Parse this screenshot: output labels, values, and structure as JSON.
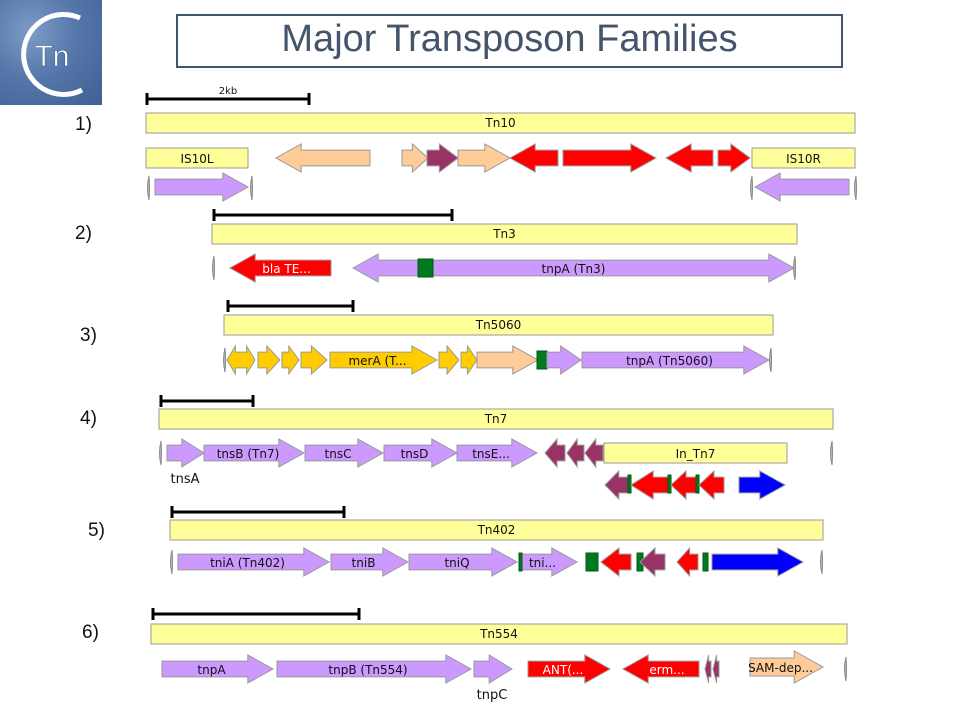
{
  "header": {
    "title": "Major Transposon Families",
    "logo_text": "Tn"
  },
  "colors": {
    "yellow": "#ffff99",
    "purple_light": "#cc99ff",
    "peach": "#ffcc99",
    "red": "#ff0000",
    "maroon": "#993366",
    "gold": "#ffcc00",
    "green": "#007a1f",
    "blue": "#0000ff",
    "outline": "#999999"
  },
  "scale_bar": {
    "label": "2kb"
  },
  "families": [
    {
      "number": "1)",
      "name": "Tn10",
      "features": [
        {
          "label": "IS10L",
          "kind": "box",
          "color": "yellow"
        },
        {
          "label": "",
          "kind": "arrow",
          "dir": "left",
          "color": "peach"
        },
        {
          "label": "",
          "kind": "arrow",
          "dir": "right",
          "color": "peach"
        },
        {
          "label": "",
          "kind": "arrow",
          "dir": "right",
          "color": "maroon"
        },
        {
          "label": "",
          "kind": "arrow",
          "dir": "right",
          "color": "peach"
        },
        {
          "label": "",
          "kind": "arrow",
          "dir": "left",
          "color": "red"
        },
        {
          "label": "",
          "kind": "arrow",
          "dir": "right",
          "color": "red"
        },
        {
          "label": "",
          "kind": "arrow",
          "dir": "left",
          "color": "red"
        },
        {
          "label": "",
          "kind": "arrow",
          "dir": "right",
          "color": "red"
        },
        {
          "label": "IS10R",
          "kind": "box",
          "color": "yellow"
        },
        {
          "label": "",
          "kind": "arrow",
          "dir": "right",
          "color": "purple_light"
        },
        {
          "label": "",
          "kind": "arrow",
          "dir": "left",
          "color": "purple_light"
        }
      ]
    },
    {
      "number": "2)",
      "name": "Tn3",
      "features": [
        {
          "label": "bla TE...",
          "kind": "arrow",
          "dir": "left",
          "color": "red"
        },
        {
          "label": "tnpA (Tn3)",
          "kind": "arrow",
          "dir": "both",
          "color": "purple_light"
        },
        {
          "label": "",
          "kind": "box",
          "color": "green"
        }
      ]
    },
    {
      "number": "3)",
      "name": "Tn5060",
      "features": [
        {
          "label": "",
          "kind": "arrow",
          "dir": "both",
          "color": "gold"
        },
        {
          "label": "",
          "kind": "arrow",
          "dir": "right",
          "color": "gold"
        },
        {
          "label": "",
          "kind": "arrow",
          "dir": "right",
          "color": "gold"
        },
        {
          "label": "",
          "kind": "arrow",
          "dir": "right",
          "color": "gold"
        },
        {
          "label": "merA (T...",
          "kind": "arrow",
          "dir": "right",
          "color": "gold"
        },
        {
          "label": "",
          "kind": "arrow",
          "dir": "right",
          "color": "gold"
        },
        {
          "label": "",
          "kind": "arrow",
          "dir": "right",
          "color": "gold"
        },
        {
          "label": "",
          "kind": "arrow",
          "dir": "right",
          "color": "peach"
        },
        {
          "label": "",
          "kind": "box",
          "color": "green"
        },
        {
          "label": "",
          "kind": "arrow",
          "dir": "right",
          "color": "purple_light"
        },
        {
          "label": "tnpA (Tn5060)",
          "kind": "arrow",
          "dir": "right",
          "color": "purple_light"
        }
      ]
    },
    {
      "number": "4)",
      "name": "Tn7",
      "features": [
        {
          "label": "",
          "kind": "arrow",
          "dir": "right",
          "color": "purple_light",
          "below_label": "tnsA"
        },
        {
          "label": "tnsB (Tn7)",
          "kind": "arrow",
          "dir": "right",
          "color": "purple_light"
        },
        {
          "label": "tnsC",
          "kind": "arrow",
          "dir": "right",
          "color": "purple_light"
        },
        {
          "label": "tnsD",
          "kind": "arrow",
          "dir": "right",
          "color": "purple_light"
        },
        {
          "label": "tnsE...",
          "kind": "arrow",
          "dir": "right",
          "color": "purple_light"
        },
        {
          "label": "",
          "kind": "arrow",
          "dir": "left",
          "color": "maroon"
        },
        {
          "label": "",
          "kind": "arrow",
          "dir": "left",
          "color": "maroon"
        },
        {
          "label": "",
          "kind": "arrow",
          "dir": "left",
          "color": "maroon"
        },
        {
          "label": "In_Tn7",
          "kind": "box",
          "color": "yellow"
        },
        {
          "label": "",
          "kind": "arrow",
          "dir": "left",
          "color": "maroon"
        },
        {
          "label": "",
          "kind": "box",
          "color": "green"
        },
        {
          "label": "",
          "kind": "arrow",
          "dir": "left",
          "color": "red"
        },
        {
          "label": "",
          "kind": "box",
          "color": "green"
        },
        {
          "label": "",
          "kind": "arrow",
          "dir": "left",
          "color": "red"
        },
        {
          "label": "",
          "kind": "box",
          "color": "green"
        },
        {
          "label": "",
          "kind": "arrow",
          "dir": "left",
          "color": "red"
        },
        {
          "label": "",
          "kind": "arrow",
          "dir": "right",
          "color": "blue"
        }
      ]
    },
    {
      "number": "5)",
      "name": "Tn402",
      "features": [
        {
          "label": "tniA (Tn402)",
          "kind": "arrow",
          "dir": "right",
          "color": "purple_light"
        },
        {
          "label": "tniB",
          "kind": "arrow",
          "dir": "right",
          "color": "purple_light"
        },
        {
          "label": "tniQ",
          "kind": "arrow",
          "dir": "right",
          "color": "purple_light"
        },
        {
          "label": "tni...",
          "kind": "arrow",
          "dir": "right",
          "color": "purple_light"
        },
        {
          "label": "",
          "kind": "box",
          "color": "green"
        },
        {
          "label": "",
          "kind": "box",
          "color": "green"
        },
        {
          "label": "",
          "kind": "arrow",
          "dir": "left",
          "color": "red"
        },
        {
          "label": "",
          "kind": "box",
          "color": "green"
        },
        {
          "label": "",
          "kind": "arrow",
          "dir": "left",
          "color": "maroon"
        },
        {
          "label": "",
          "kind": "arrow",
          "dir": "left",
          "color": "red"
        },
        {
          "label": "",
          "kind": "box",
          "color": "green"
        },
        {
          "label": "",
          "kind": "arrow",
          "dir": "right",
          "color": "blue"
        }
      ]
    },
    {
      "number": "6)",
      "name": "Tn554",
      "features": [
        {
          "label": "tnpA",
          "kind": "arrow",
          "dir": "right",
          "color": "purple_light"
        },
        {
          "label": "tnpB (Tn554)",
          "kind": "arrow",
          "dir": "right",
          "color": "purple_light"
        },
        {
          "label": "",
          "kind": "arrow",
          "dir": "right",
          "color": "purple_light",
          "below_label": "tnpC"
        },
        {
          "label": "ANT(...",
          "kind": "arrow",
          "dir": "right",
          "color": "red"
        },
        {
          "label": "erm...",
          "kind": "arrow",
          "dir": "left",
          "color": "red"
        },
        {
          "label": "",
          "kind": "arrow",
          "dir": "left",
          "color": "maroon"
        },
        {
          "label": "",
          "kind": "arrow",
          "dir": "left",
          "color": "maroon"
        },
        {
          "label": "SAM-dep...",
          "kind": "arrow",
          "dir": "right",
          "color": "peach"
        }
      ]
    }
  ]
}
